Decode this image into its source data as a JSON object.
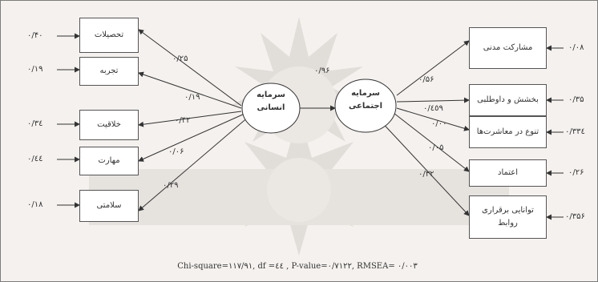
{
  "latent": {
    "human_capital": "سرمایه انسانی",
    "social_capital": "سرمایه اجتماعی"
  },
  "structural": {
    "coef": "۰/۹۶"
  },
  "left_indicators": [
    {
      "label": "تحصیلات",
      "coef": "۰/۲۵",
      "error": "۰/۴۰"
    },
    {
      "label": "تجربه",
      "coef": "۰/۱۹",
      "error": "۰/۱۹"
    },
    {
      "label": "خلاقیت",
      "coef": "۰/۴۲",
      "error": "۰/۳٤"
    },
    {
      "label": "مهارت",
      "coef": "۰/۰۶",
      "error": "۰/٤٤"
    },
    {
      "label": "سلامتی",
      "coef": "۰/۲۹",
      "error": "۰/۱۸"
    }
  ],
  "right_indicators": [
    {
      "label": "مشارکت مدنی",
      "coef": "۰/۵۶",
      "error": "۰/۰۸"
    },
    {
      "label": "بخشش و داوطلبی",
      "coef": "۰/٤٥٩",
      "error": "۰/۳۵"
    },
    {
      "label": "تنوع در معاشرت‌ها",
      "coef": "۰/۰۰",
      "error": "۰/۳۳٤"
    },
    {
      "label": "اعتماد",
      "coef": "۰/۰۵",
      "error": "۰/۲۶"
    },
    {
      "label": "توانایی برقراری روابط",
      "coef": "۰/۳۲",
      "error": "۰/۳۵۶"
    }
  ],
  "fit_statistics": "Chi-square=۱۱۷/۹۱, df =٤٤ , P-value=۰/۷۱۲۲, RMSEA= ۰/۰۰۳",
  "colors": {
    "background": "#f4f1ee",
    "watermark": "#e1ddd9",
    "lines": "#333333",
    "box_fill": "#ffffff"
  }
}
